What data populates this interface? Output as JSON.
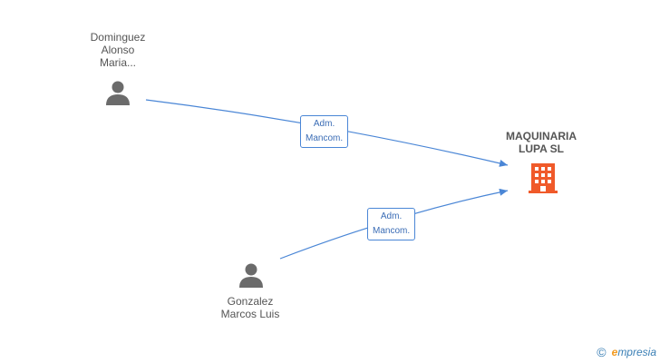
{
  "nodes": {
    "person1": {
      "lines": [
        "Dominguez",
        "Alonso",
        "Maria..."
      ],
      "icon": "person-icon"
    },
    "person2": {
      "lines": [
        "Gonzalez",
        "Marcos Luis"
      ],
      "icon": "person-icon"
    },
    "company": {
      "lines": [
        "MAQUINARIA",
        "LUPA SL"
      ],
      "icon": "building-icon"
    }
  },
  "edges": [
    {
      "from": "person1",
      "to": "company",
      "label": [
        "Adm.",
        "Mancom."
      ]
    },
    {
      "from": "person2",
      "to": "company",
      "label": [
        "Adm.",
        "Mancom."
      ]
    }
  ],
  "colors": {
    "edge": "#4a86d6",
    "person": "#6b6b6b",
    "company": "#f05a2a",
    "text": "#555555"
  },
  "footer": {
    "copyright": "©",
    "brand_first": "e",
    "brand_rest": "mpresia"
  }
}
